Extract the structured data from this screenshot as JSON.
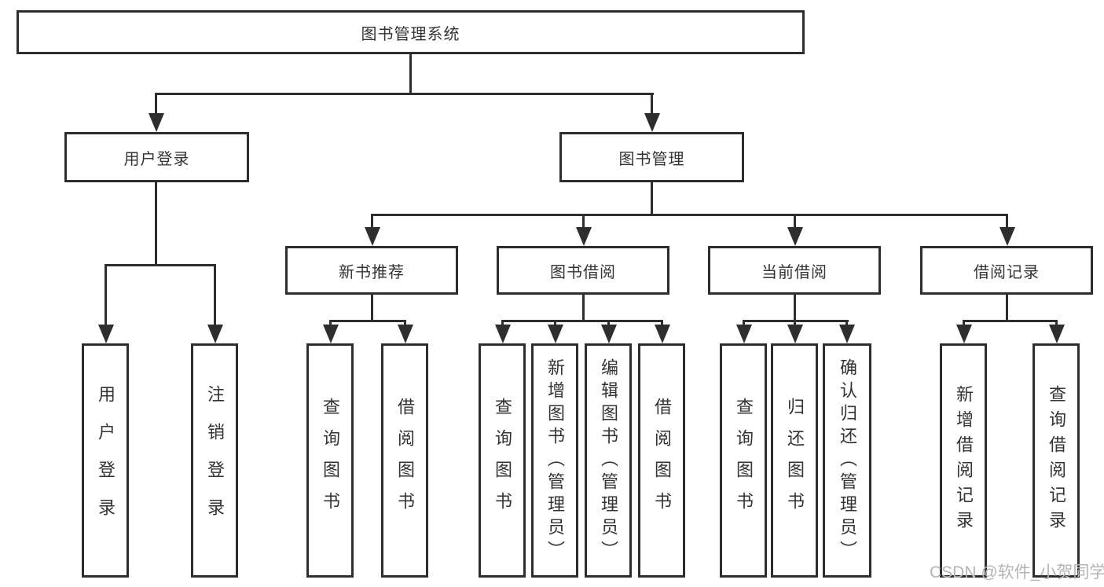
{
  "root": {
    "label": "图书管理系统"
  },
  "branches": [
    {
      "label": "用户登录",
      "children": [
        {
          "label": "用户登录"
        },
        {
          "label": "注销登录"
        }
      ]
    },
    {
      "label": "图书管理",
      "children": [
        {
          "label": "新书推荐",
          "children": [
            {
              "label": "查询图书"
            },
            {
              "label": "借阅图书"
            }
          ]
        },
        {
          "label": "图书借阅",
          "children": [
            {
              "label": "查询图书"
            },
            {
              "label": "新增图书（管理员）"
            },
            {
              "label": "编辑图书（管理员）"
            },
            {
              "label": "借阅图书"
            }
          ]
        },
        {
          "label": "当前借阅",
          "children": [
            {
              "label": "查询图书"
            },
            {
              "label": "归还图书"
            },
            {
              "label": "确认归还（管理员）"
            }
          ]
        },
        {
          "label": "借阅记录",
          "children": [
            {
              "label": "新增借阅记录"
            },
            {
              "label": "查询借阅记录"
            }
          ]
        }
      ]
    }
  ],
  "watermark": {
    "text": "CSDN @软件_小贺同学"
  }
}
